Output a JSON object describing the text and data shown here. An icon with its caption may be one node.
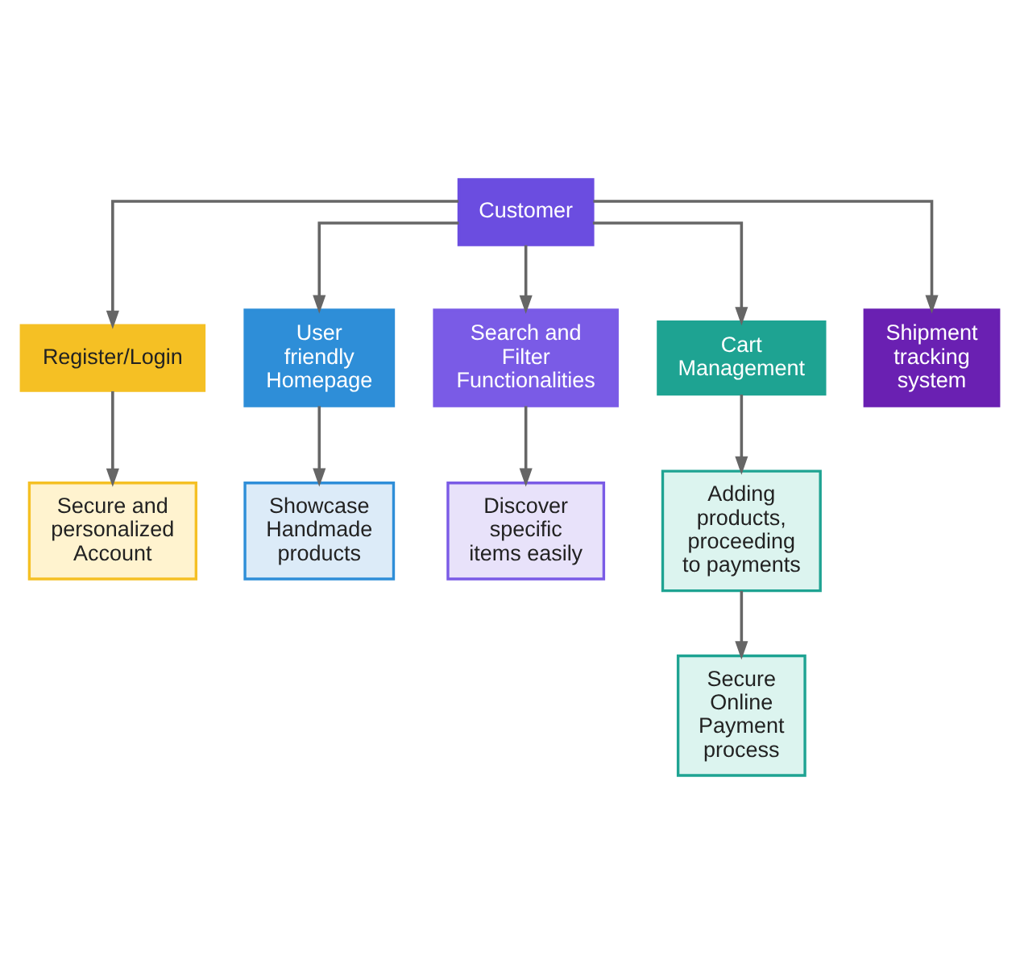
{
  "diagram": {
    "nodes": [
      {
        "text": [
          "Customer"
        ]
      },
      {
        "text": [
          "Register/Login"
        ]
      },
      {
        "text": [
          "User friendly Homepage"
        ]
      },
      {
        "text": [
          "Search and Filter Functionalities"
        ]
      },
      {
        "text": [
          "Cart Management"
        ]
      },
      {
        "text": [
          "Shipment tracking system"
        ]
      },
      {
        "text": [
          "Secure and personalized Account"
        ]
      },
      {
        "text": [
          "Showcase Handmade products"
        ]
      },
      {
        "text": [
          "Discover specific items easily"
        ]
      },
      {
        "text": [
          "Adding products, proceeding to payments"
        ]
      },
      {
        "text": [
          "Secure Online Payment process"
        ]
      }
    ],
    "edges": [
      {
        "from": 0,
        "to": 1,
        "arrow": "to"
      },
      {
        "from": 0,
        "to": 2,
        "arrow": "to"
      },
      {
        "from": 0,
        "to": 3,
        "arrow": "to"
      },
      {
        "from": 0,
        "to": 4,
        "arrow": "to"
      },
      {
        "from": 0,
        "to": 5,
        "arrow": "to"
      },
      {
        "from": 1,
        "to": 6,
        "arrow": "to"
      },
      {
        "from": 2,
        "to": 7,
        "arrow": "to"
      },
      {
        "from": 3,
        "to": 8,
        "arrow": "to"
      },
      {
        "from": 4,
        "to": 9,
        "arrow": "to"
      },
      {
        "from": 9,
        "to": 10,
        "arrow": "to"
      }
    ]
  }
}
